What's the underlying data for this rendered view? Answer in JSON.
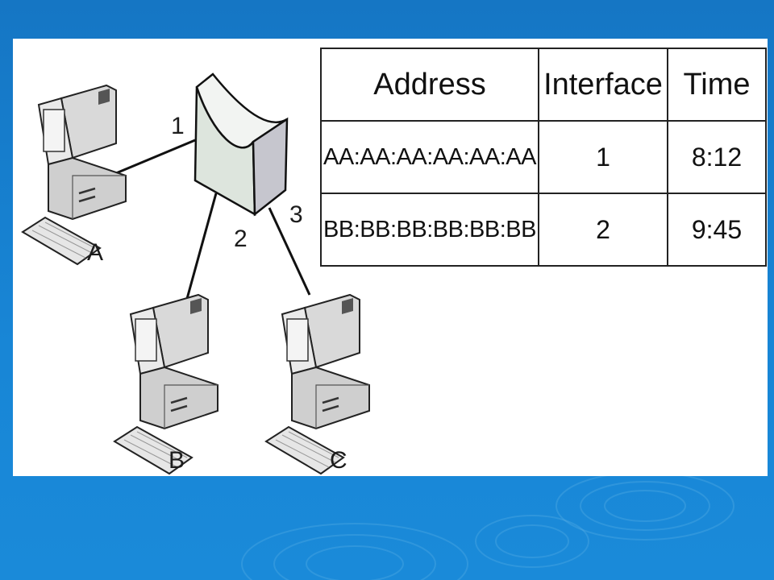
{
  "diagram": {
    "ports": [
      "1",
      "2",
      "3"
    ],
    "hosts": [
      "A",
      "B",
      "C"
    ]
  },
  "table": {
    "headers": [
      "Address",
      "Interface",
      "Time"
    ],
    "rows": [
      {
        "address": "AA:AA:AA:AA:AA:AA",
        "interface": "1",
        "time": "8:12"
      },
      {
        "address": "BB:BB:BB:BB:BB:BB",
        "interface": "2",
        "time": "9:45"
      }
    ]
  },
  "colors": {
    "background": "#1576c4",
    "slide": "#ffffff",
    "switch_face": "#dfe6df",
    "switch_side": "#c4c4cc"
  }
}
